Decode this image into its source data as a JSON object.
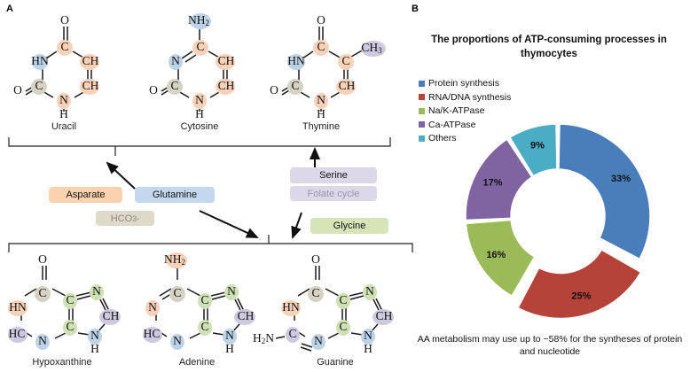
{
  "panelA": {
    "letter": "A",
    "pyrimidines": [
      {
        "name": "Uracil",
        "atoms": [
          "O",
          "C",
          "HN",
          "CH",
          "C",
          "CH",
          "N",
          "H",
          "O"
        ]
      },
      {
        "name": "Cytosine",
        "atoms": [
          "NH2",
          "C",
          "N",
          "CH",
          "C",
          "CH",
          "N",
          "H",
          "O"
        ]
      },
      {
        "name": "Thymine",
        "atoms": [
          "O",
          "C",
          "HN",
          "CH3",
          "C",
          "CH",
          "C",
          "N",
          "H",
          "O"
        ]
      }
    ],
    "purines": [
      {
        "name": "Hypoxanthine",
        "atoms": [
          "O",
          "C",
          "HN",
          "C",
          "N",
          "CH",
          "C",
          "HC",
          "N",
          "N",
          "H"
        ]
      },
      {
        "name": "Adenine",
        "atoms": [
          "NH2",
          "C",
          "N",
          "C",
          "N",
          "CH",
          "C",
          "HC",
          "N",
          "N",
          "H"
        ]
      },
      {
        "name": "Guanine",
        "atoms": [
          "O",
          "C",
          "HN",
          "C",
          "N",
          "CH",
          "C",
          "H2N",
          "C",
          "N",
          "N",
          "H"
        ]
      }
    ],
    "precursors": [
      {
        "id": "asparate",
        "label": "Asparate"
      },
      {
        "id": "glutamine",
        "label": "Glutamine"
      },
      {
        "id": "hco3",
        "label": "HCO3-"
      },
      {
        "id": "serine",
        "label": "Serine"
      },
      {
        "id": "folate",
        "label": "Folate cycle"
      },
      {
        "id": "glycine",
        "label": "Glycine"
      }
    ]
  },
  "panelB": {
    "letter": "B",
    "title": "The proportions of ATP-consuming processes in thymocytes",
    "caption": "AA metabolism may use up to ~58% for the syntheses of protein and nucleotide",
    "legend": [
      {
        "label": "Protein synthesis",
        "color": "#4a7ebb"
      },
      {
        "label": "RNA/DNA synthesis",
        "color": "#b5433a"
      },
      {
        "label": "Na/K-ATPase",
        "color": "#9bbb59"
      },
      {
        "label": "Ca-ATPase",
        "color": "#8064a2"
      },
      {
        "label": "Others",
        "color": "#4bacc6"
      }
    ]
  },
  "chart_data": {
    "type": "pie",
    "title": "The proportions of ATP-consuming processes in thymocytes",
    "categories": [
      "Protein synthesis",
      "RNA/DNA synthesis",
      "Na/K-ATPase",
      "Ca-ATPase",
      "Others"
    ],
    "values": [
      33,
      25,
      16,
      17,
      9
    ],
    "labels": [
      "33%",
      "25%",
      "16%",
      "17%",
      "9%"
    ],
    "colors": [
      "#4a7ebb",
      "#b5433a",
      "#9bbb59",
      "#8064a2",
      "#4bacc6"
    ],
    "donut": true,
    "exploded": [
      "RNA/DNA synthesis"
    ],
    "legend_position": "left",
    "units": "percent"
  }
}
